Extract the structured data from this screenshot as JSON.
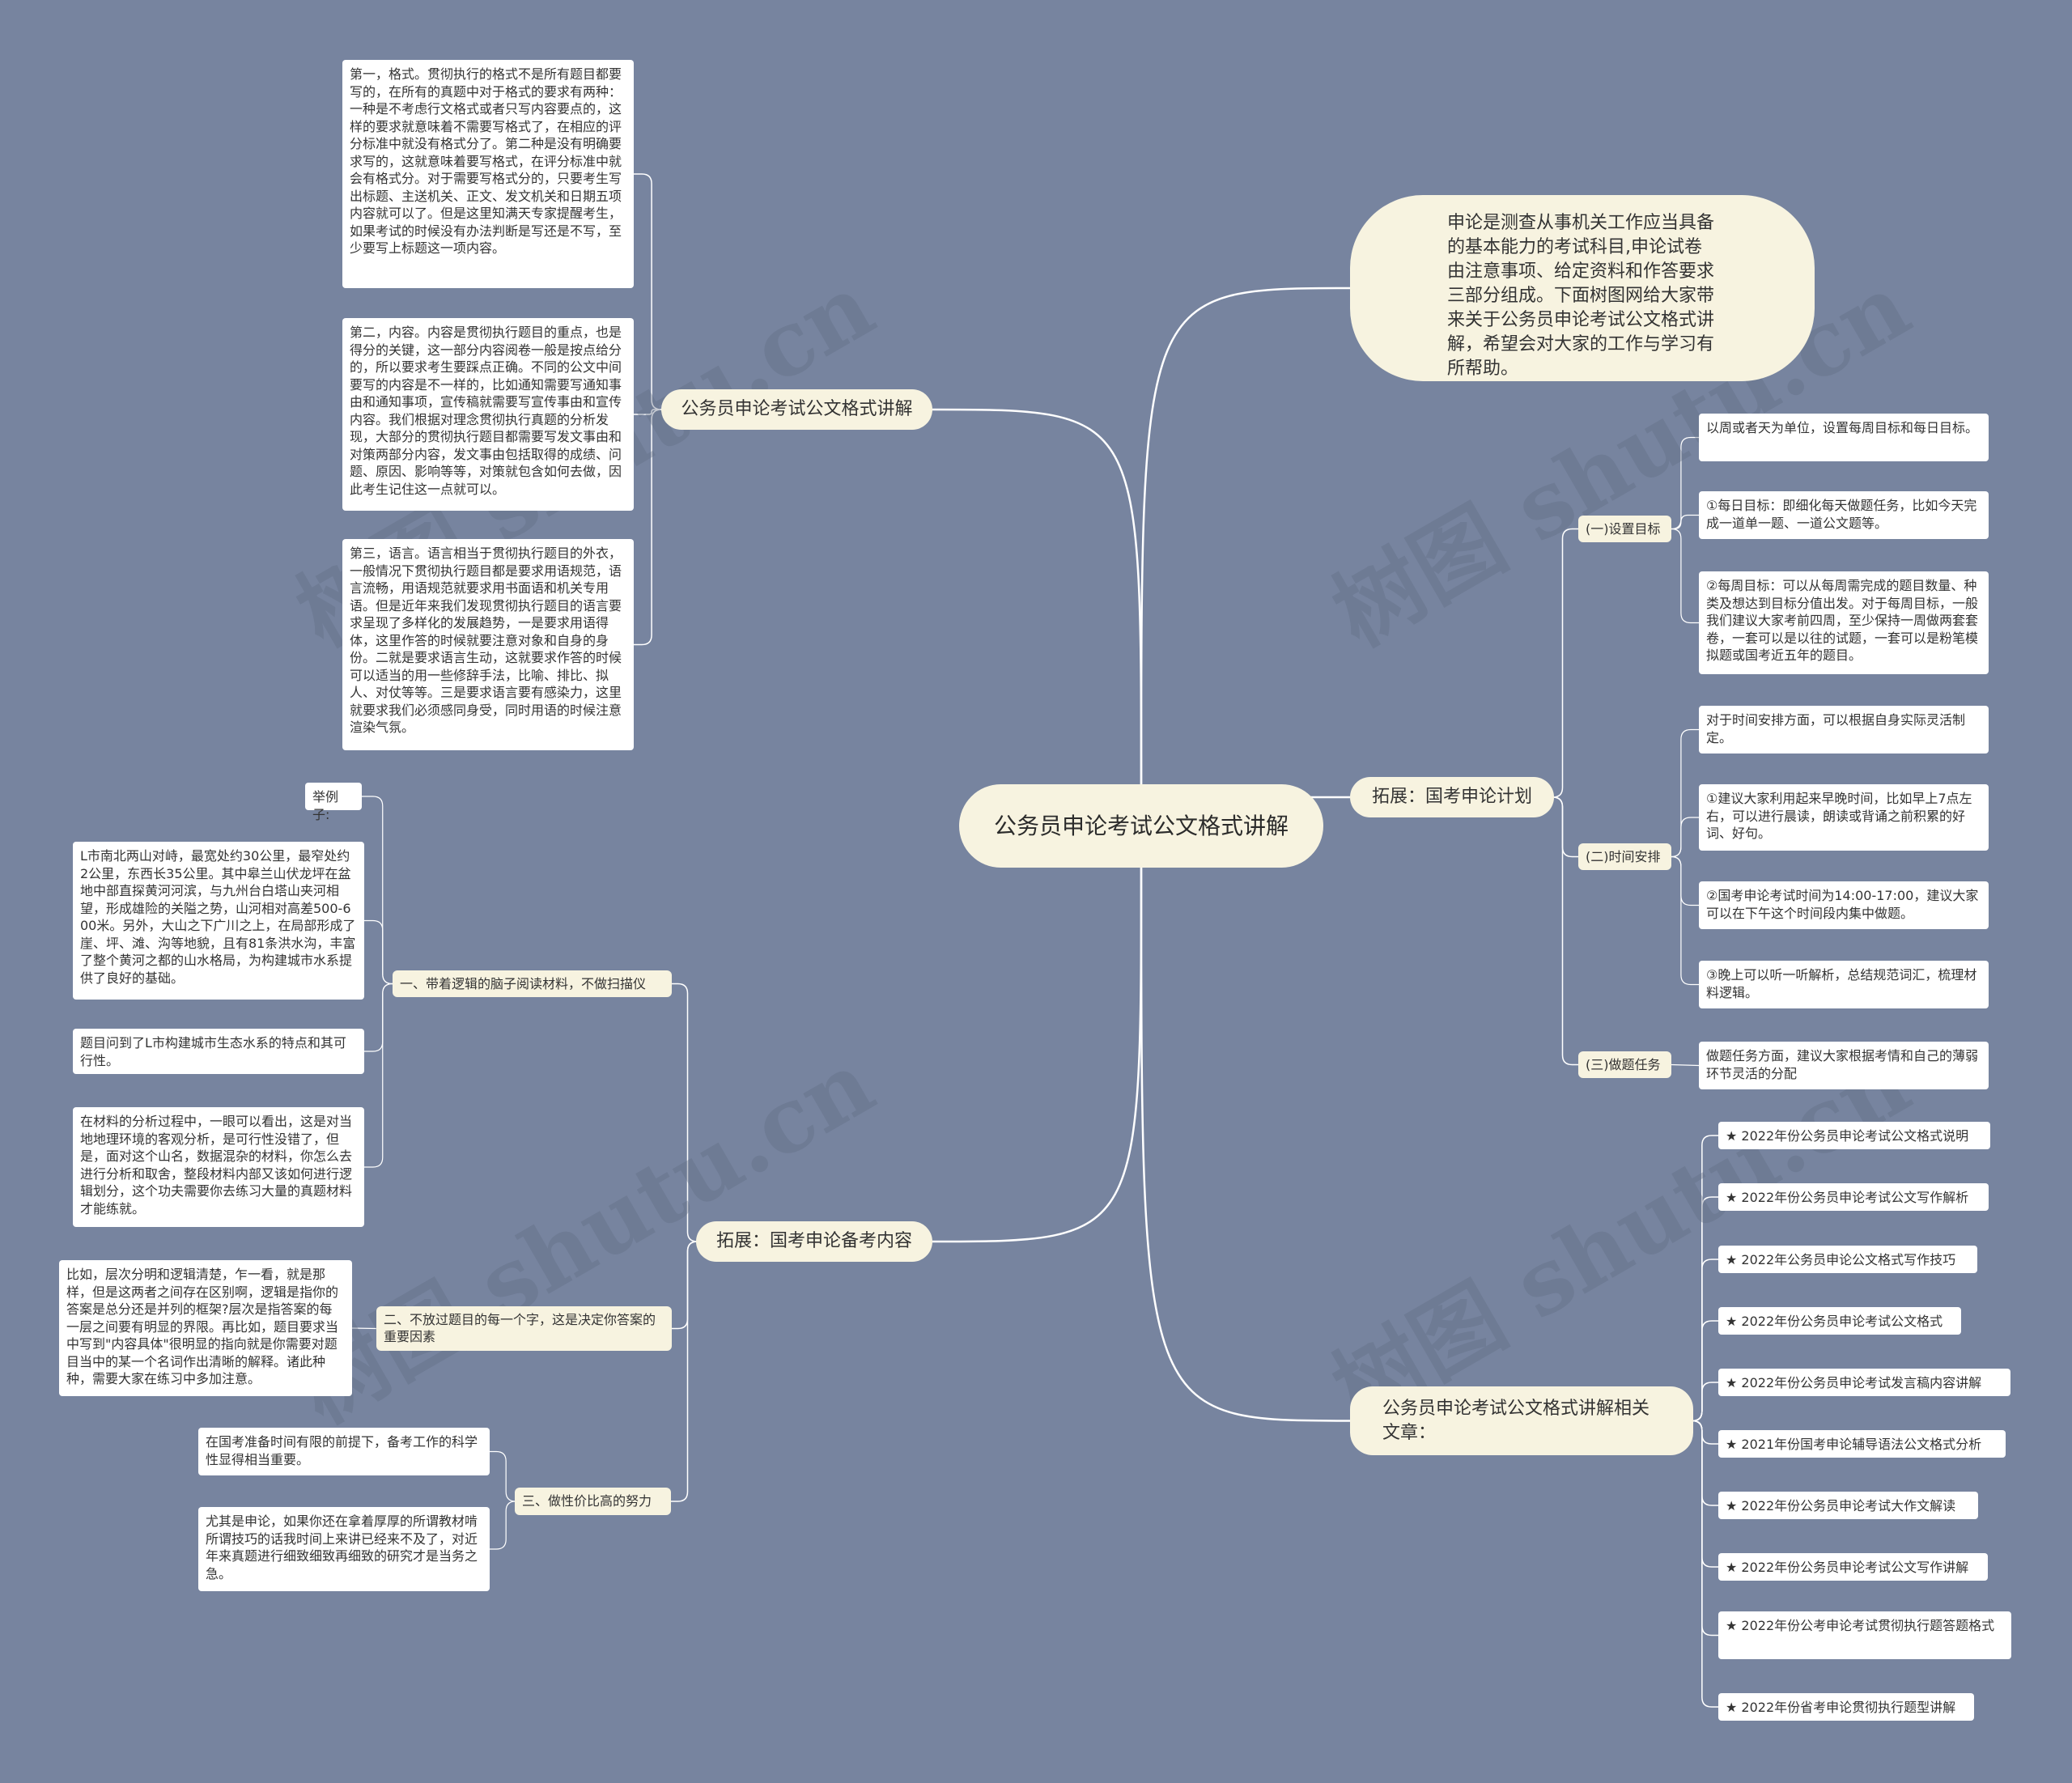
{
  "colors": {
    "background": "#77849f",
    "node_fill": "#f7f3e0",
    "leaf_fill": "#ffffff",
    "connector": "#ffffff"
  },
  "root": {
    "label": "公务员申论考试公文格式讲解"
  },
  "intro": {
    "text": "申论是测查从事机关工作应当具备的基本能力的考试科目,申论试卷由注意事项、给定资料和作答要求三部分组成。下面树图网给大家带来关于公务员申论考试公文格式讲解，希望会对大家的工作与学习有所帮助。"
  },
  "format_branch": {
    "label": "公务员申论考试公文格式讲解",
    "items": [
      "第一，格式。贯彻执行的格式不是所有题目都要写的，在所有的真题中对于格式的要求有两种：一种是不考虑行文格式或者只写内容要点的，这样的要求就意味着不需要写格式了，在相应的评分标准中就没有格式分了。第二种是没有明确要求写的，这就意味着要写格式，在评分标准中就会有格式分。对于需要写格式分的，只要考生写出标题、主送机关、正文、发文机关和日期五项内容就可以了。但是这里知满天专家提醒考生，如果考试的时候没有办法判断是写还是不写，至少要写上标题这一项内容。",
      "第二，内容。内容是贯彻执行题目的重点，也是得分的关键，这一部分内容阅卷一般是按点给分的，所以要求考生要踩点正确。不同的公文中间要写的内容是不一样的，比如通知需要写通知事由和通知事项，宣传稿就需要写宣传事由和宣传内容。我们根据对理念贯彻执行真题的分析发现，大部分的贯彻执行题目都需要写发文事由和对策两部分内容，发文事由包括取得的成绩、问题、原因、影响等等，对策就包含如何去做，因此考生记住这一点就可以。",
      "第三，语言。语言相当于贯彻执行题目的外衣，一般情况下贯彻执行题目都是要求用语规范，语言流畅，用语规范就要求用书面语和机关专用语。但是近年来我们发现贯彻执行题目的语言要求呈现了多样化的发展趋势，一是要求用语得体，这里作答的时候就要注意对象和自身的身份。二就是要求语言生动，这就要求作答的时候可以适当的用一些修辞手法，比喻、排比、拟人、对仗等等。三是要求语言要有感染力，这里就要求我们必须感同身受，同时用语的时候注意渲染气氛。"
    ]
  },
  "prep_branch": {
    "label": "拓展：国考申论备考内容",
    "s1": {
      "label": "一、带着逻辑的脑子阅读材料，不做扫描仪",
      "items": [
        "举例子:",
        "L市南北两山对峙，最宽处约30公里，最窄处约2公里，东西长35公里。其中皋兰山伏龙坪在盆地中部直探黄河河滨，与九州台白塔山夹河相望，形成雄险的关隘之势，山河相对高差500-600米。另外，大山之下广川之上，在局部形成了崖、坪、滩、沟等地貌，且有81条洪水沟，丰富了整个黄河之都的山水格局，为构建城市水系提供了良好的基础。",
        "题目问到了L市构建城市生态水系的特点和其可行性。",
        "在材料的分析过程中，一眼可以看出，这是对当地地理环境的客观分析，是可行性没错了，但是，面对这个山名，数据混杂的材料，你怎么去进行分析和取舍，整段材料内部又该如何进行逻辑划分，这个功夫需要你去练习大量的真题材料才能练就。"
      ]
    },
    "s2": {
      "label": "二、不放过题目的每一个字，这是决定你答案的重要因素",
      "items": [
        "比如，层次分明和逻辑清楚，乍一看，就是那样，但是这两者之间存在区别啊，逻辑是指你的答案是总分还是并列的框架?层次是指答案的每一层之间要有明显的界限。再比如，题目要求当中写到\"内容具体\"很明显的指向就是你需要对题目当中的某一个名词作出清晰的解释。诸此种种，需要大家在练习中多加注意。"
      ]
    },
    "s3": {
      "label": "三、做性价比高的努力",
      "items": [
        "在国考准备时间有限的前提下，备考工作的科学性显得相当重要。",
        "尤其是申论，如果你还在拿着厚厚的所谓教材啃所谓技巧的话我时间上来讲已经来不及了，对近年来真题进行细致细致再细致的研究才是当务之急。"
      ]
    }
  },
  "plan_branch": {
    "label": "拓展：国考申论计划",
    "g1": {
      "label": "(一)设置目标",
      "items": [
        "以周或者天为单位，设置每周目标和每日目标。",
        "①每日目标：即细化每天做题任务，比如今天完成一道单一题、一道公文题等。",
        "②每周目标：可以从每周需完成的题目数量、种类及想达到目标分值出发。对于每周目标，一般我们建议大家考前四周，至少保持一周做两套套卷，一套可以是以往的试题，一套可以是粉笔模拟题或国考近五年的题目。"
      ]
    },
    "g2": {
      "label": "(二)时间安排",
      "items": [
        "对于时间安排方面，可以根据自身实际灵活制定。",
        "①建议大家利用起来早晚时间，比如早上7点左右，可以进行晨读，朗读或背诵之前积累的好词、好句。",
        "②国考申论考试时间为14:00-17:00，建议大家可以在下午这个时间段内集中做题。",
        "③晚上可以听一听解析，总结规范词汇，梳理材料逻辑。"
      ]
    },
    "g3": {
      "label": "(三)做题任务",
      "items": [
        "做题任务方面，建议大家根据考情和自己的薄弱环节灵活的分配"
      ]
    }
  },
  "related_branch": {
    "label": "公务员申论考试公文格式讲解相关文章：",
    "items": [
      "★ 2022年份公务员申论考试公文格式说明",
      "★ 2022年份公务员申论考试公文写作解析",
      "★ 2022年公务员申论公文格式写作技巧",
      "★ 2022年份公务员申论考试公文格式",
      "★ 2022年份公务员申论考试发言稿内容讲解",
      "★ 2021年份国考申论辅导语法公文格式分析",
      "★ 2022年份公务员申论考试大作文解读",
      "★ 2022年份公务员申论考试公文写作讲解",
      "★ 2022年份公考申论考试贯彻执行题答题格式",
      "★ 2022年份省考申论贯彻执行题型讲解"
    ]
  },
  "watermark": "树图 shutu.cn"
}
